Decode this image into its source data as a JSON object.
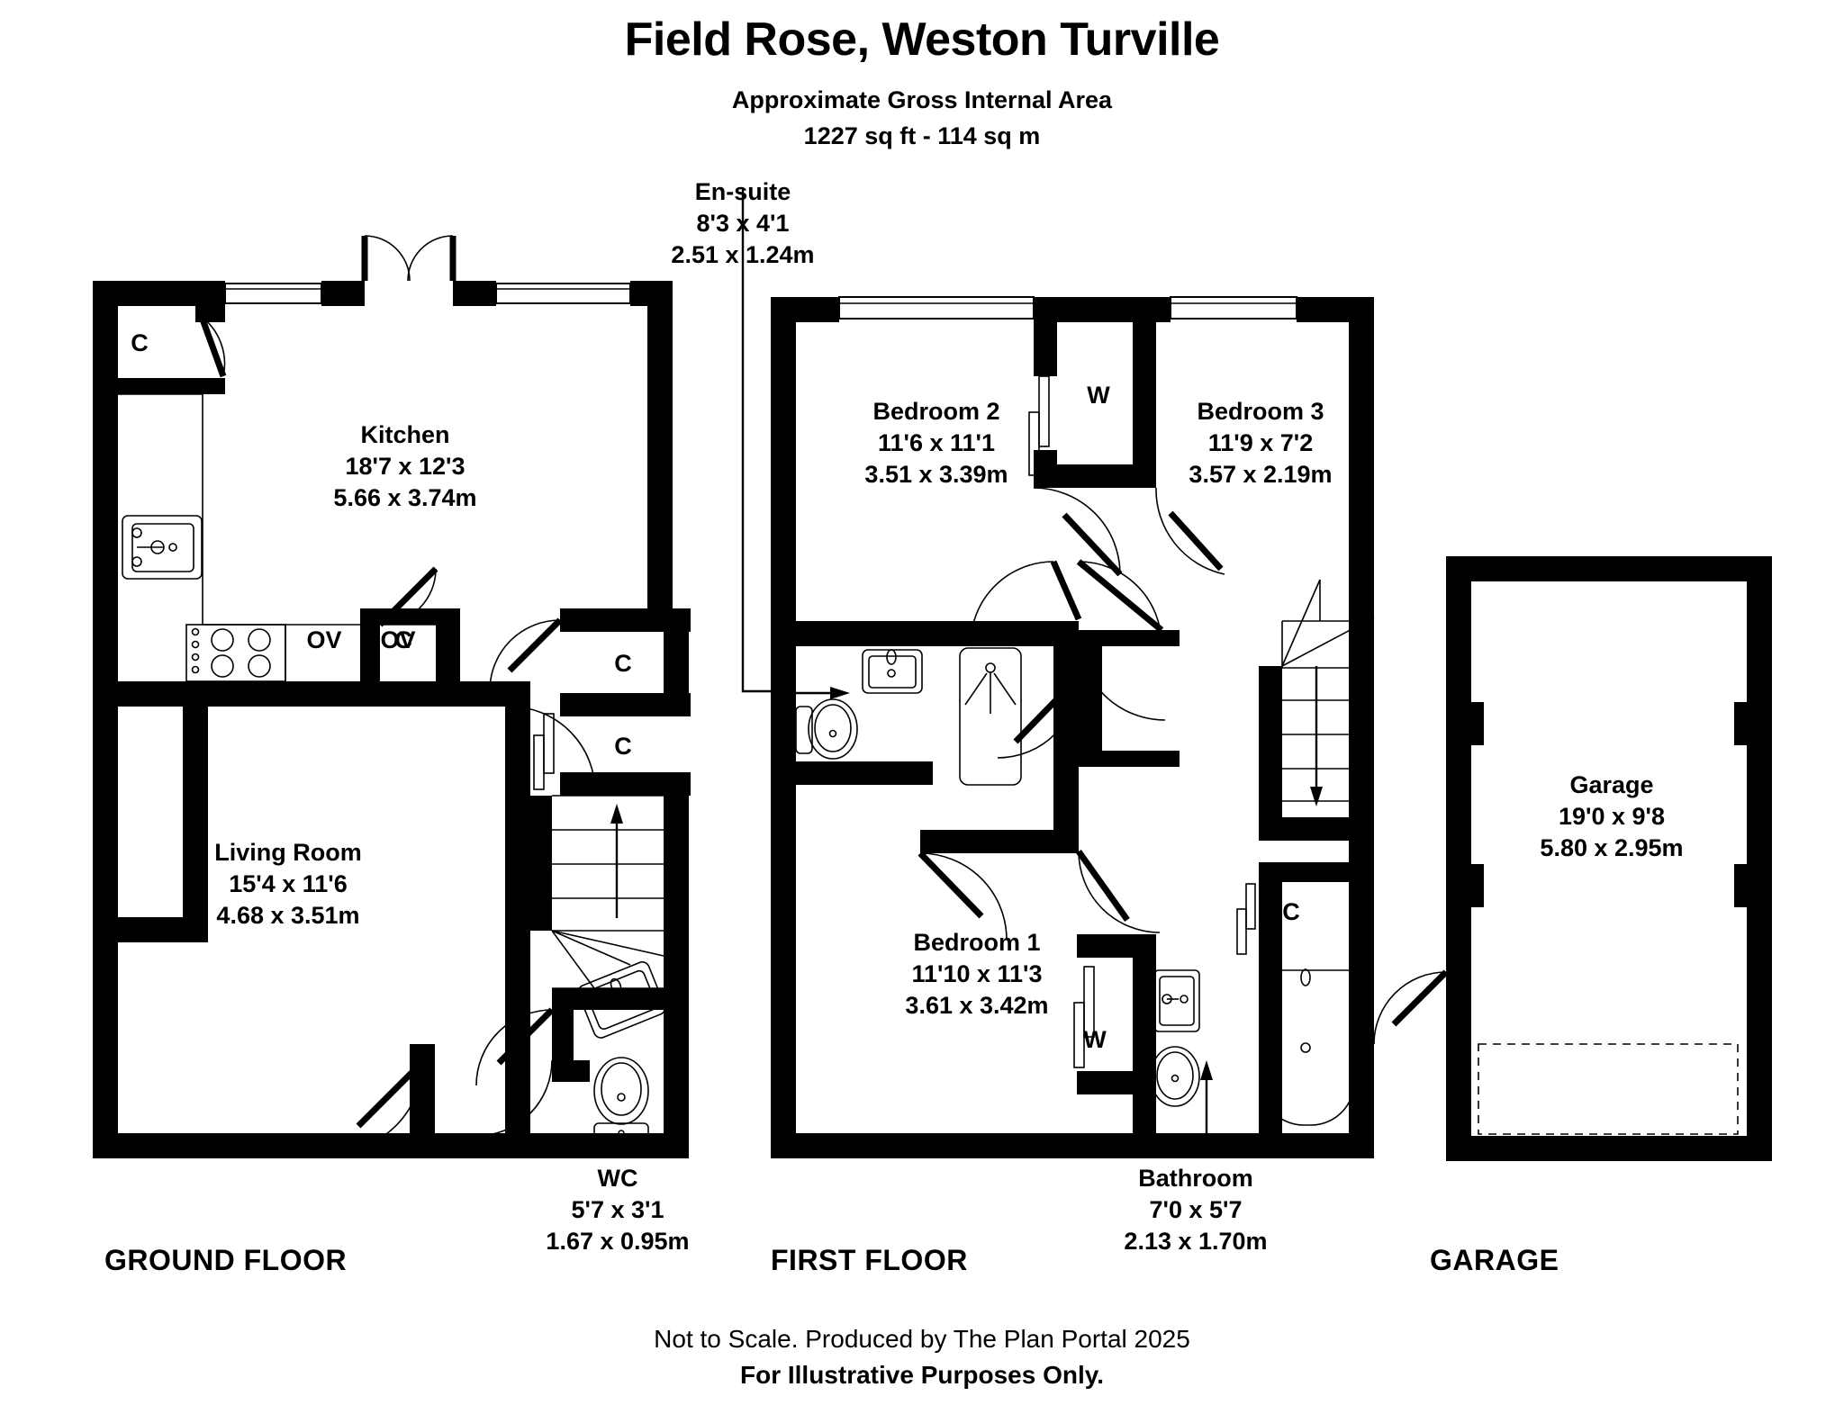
{
  "header": {
    "title": "Field Rose, Weston Turville",
    "subtitle_line1": "Approximate Gross Internal Area",
    "subtitle_line2": "1227 sq ft - 114 sq m"
  },
  "footer": {
    "line1": "Not to Scale. Produced by The Plan Portal 2025",
    "line2": "For Illustrative Purposes Only."
  },
  "floors": {
    "ground": {
      "label": "GROUND FLOOR"
    },
    "first": {
      "label": "FIRST FLOOR"
    },
    "garage": {
      "label": "GARAGE"
    }
  },
  "rooms": {
    "kitchen": {
      "name": "Kitchen",
      "imperial": "18'7 x 12'3",
      "metric": "5.66 x 3.74m"
    },
    "living_room": {
      "name": "Living Room",
      "imperial": "15'4 x 11'6",
      "metric": "4.68 x 3.51m"
    },
    "wc": {
      "name": "WC",
      "imperial": "5'7 x 3'1",
      "metric": "1.67 x 0.95m"
    },
    "ensuite": {
      "name": "En-suite",
      "imperial": "8'3 x 4'1",
      "metric": "2.51 x 1.24m"
    },
    "bedroom2": {
      "name": "Bedroom 2",
      "imperial": "11'6 x 11'1",
      "metric": "3.51 x 3.39m"
    },
    "bedroom3": {
      "name": "Bedroom 3",
      "imperial": "11'9 x 7'2",
      "metric": "3.57 x 2.19m"
    },
    "bedroom1": {
      "name": "Bedroom 1",
      "imperial": "11'10 x 11'3",
      "metric": "3.61 x 3.42m"
    },
    "bathroom": {
      "name": "Bathroom",
      "imperial": "7'0 x 5'7",
      "metric": "2.13 x 1.70m"
    },
    "garage": {
      "name": "Garage",
      "imperial": "19'0 x 9'8",
      "metric": "5.80 x 2.95m"
    }
  },
  "markers": {
    "cupboard": "C",
    "wardrobe": "W",
    "oven": "OV"
  },
  "colors": {
    "wall": "#000000",
    "background": "#ffffff",
    "line": "#000000"
  }
}
